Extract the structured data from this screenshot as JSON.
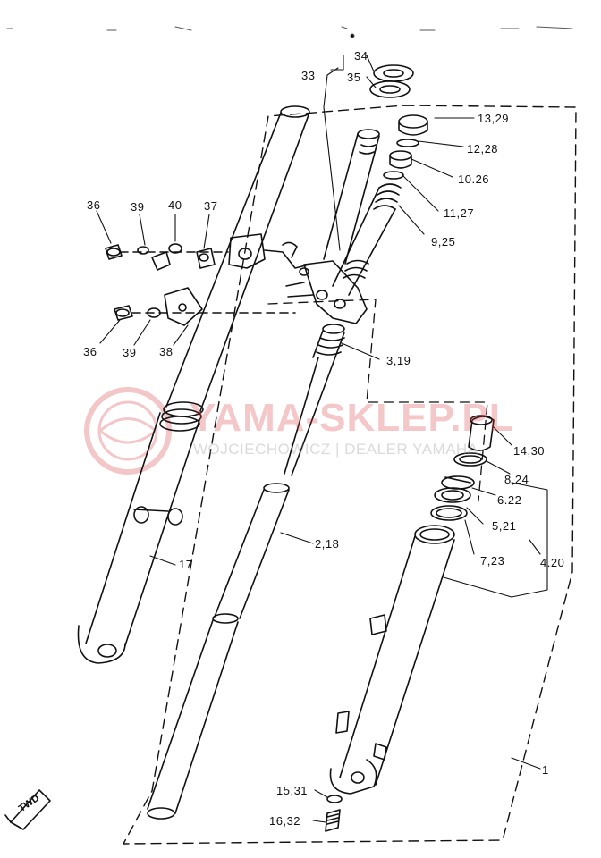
{
  "diagram": {
    "part_labels": {
      "p34": "34",
      "p35": "35",
      "p33": "33",
      "p13_29": "13,29",
      "p12_28": "12,28",
      "p10_26": "10.26",
      "p11_27": "11,27",
      "p9_25": "9,25",
      "p36a": "36",
      "p39a": "39",
      "p40": "40",
      "p37": "37",
      "p36b": "36",
      "p39b": "39",
      "p38": "38",
      "p3_19": "3,19",
      "p14_30": "14,30",
      "p8_24": "8,24",
      "p6_22": "6.22",
      "p5_21": "5,21",
      "p7_23": "7,23",
      "p4_20": "4.20",
      "p17": "17",
      "p2_18": "2,18",
      "p1": "1",
      "p15_31": "15,31",
      "p16_32": "16,32"
    },
    "direction_marker": "TWD",
    "watermark": {
      "main": "YAMA-SKLEP.PL",
      "sub": "WOJCIECHOWICZ | DEALER YAMAHA"
    },
    "colors": {
      "ink": "#111111",
      "watermark_red": "#d6363c",
      "watermark_gray": "#999999"
    }
  }
}
